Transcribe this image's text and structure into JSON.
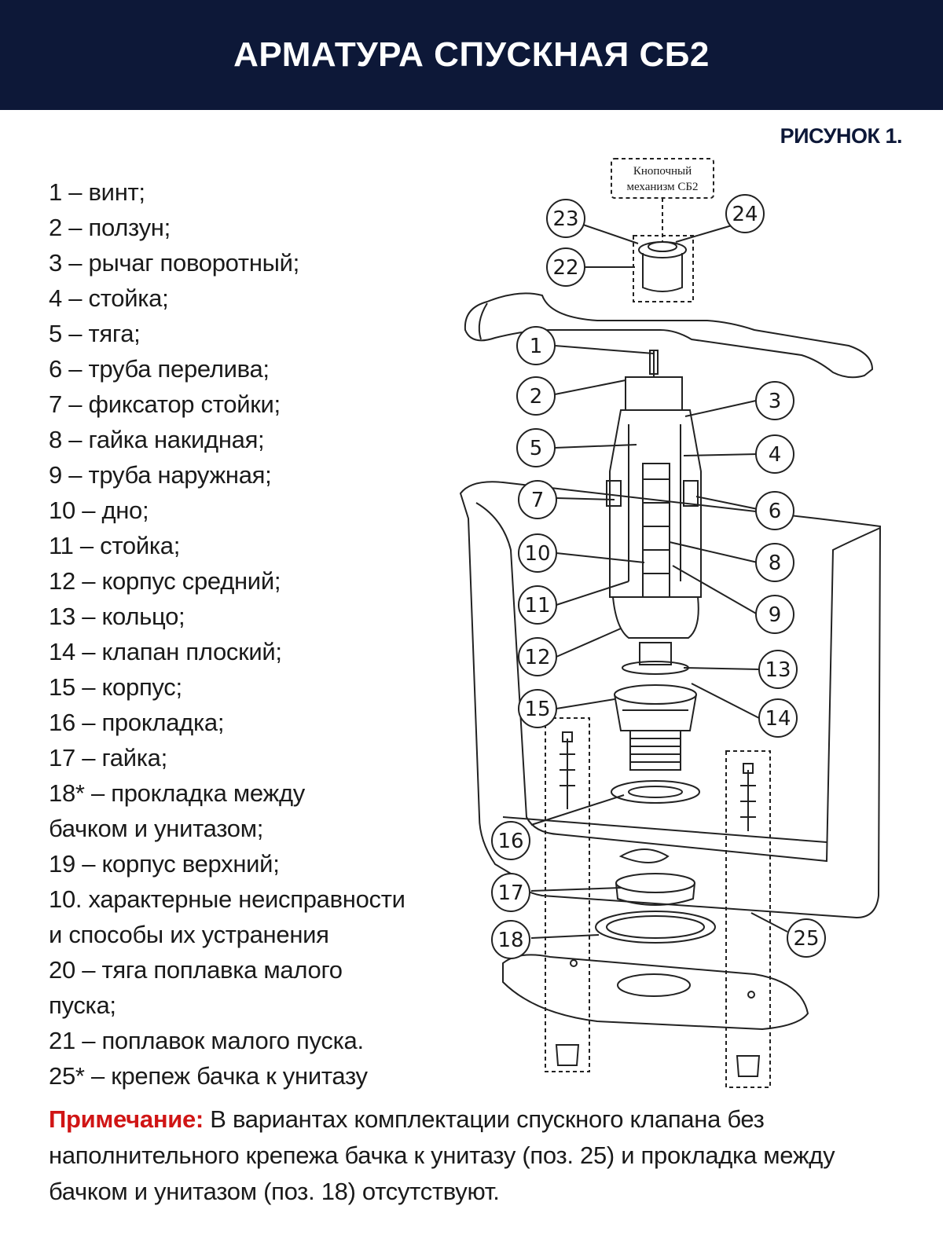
{
  "header": {
    "title": "АРМАТУРА СПУСКНАЯ СБ2"
  },
  "figure": {
    "label": "РИСУНОК 1."
  },
  "legend": {
    "items": [
      "1 – винт;",
      "2 – ползун;",
      "3 – рычаг поворотный;",
      "4 – стойка;",
      "5 – тяга;",
      "6 – труба перелива;",
      "7 – фиксатор стойки;",
      "8 – гайка накидная;",
      "9 – труба наружная;",
      "10 – дно;",
      "11 – стойка;",
      "12 – корпус средний;",
      "13 – кольцо;",
      "14 – клапан плоский;",
      "15 – корпус;",
      "16 – прокладка;",
      "17 – гайка;",
      "18* – прокладка между",
      "бачком и унитазом;",
      "19 – корпус верхний;",
      "10. характерные неисправности",
      "и способы их устранения",
      "20 – тяга поплавка малого",
      "пуска;",
      "21 – поплавок малого пуска.",
      "25* – крепеж бачка к унитазу"
    ]
  },
  "diagram": {
    "mechanism_label_line1": "Кнопочный",
    "mechanism_label_line2": "механизм СБ2",
    "callouts": [
      "23",
      "24",
      "22",
      "1",
      "2",
      "3",
      "5",
      "4",
      "7",
      "6",
      "10",
      "8",
      "11",
      "9",
      "12",
      "13",
      "15",
      "14",
      "16",
      "17",
      "25",
      "18"
    ]
  },
  "note": {
    "label": "Примечание:",
    "text": " В вариантах комплектации спускного клапана без наполнительного крепежа бачка к унитазу (поз.  25) и прокладка между бачком и унитазом (поз.  18) отсутствуют."
  },
  "colors": {
    "header_bg": "#0d1838",
    "note_label": "#d01515"
  }
}
